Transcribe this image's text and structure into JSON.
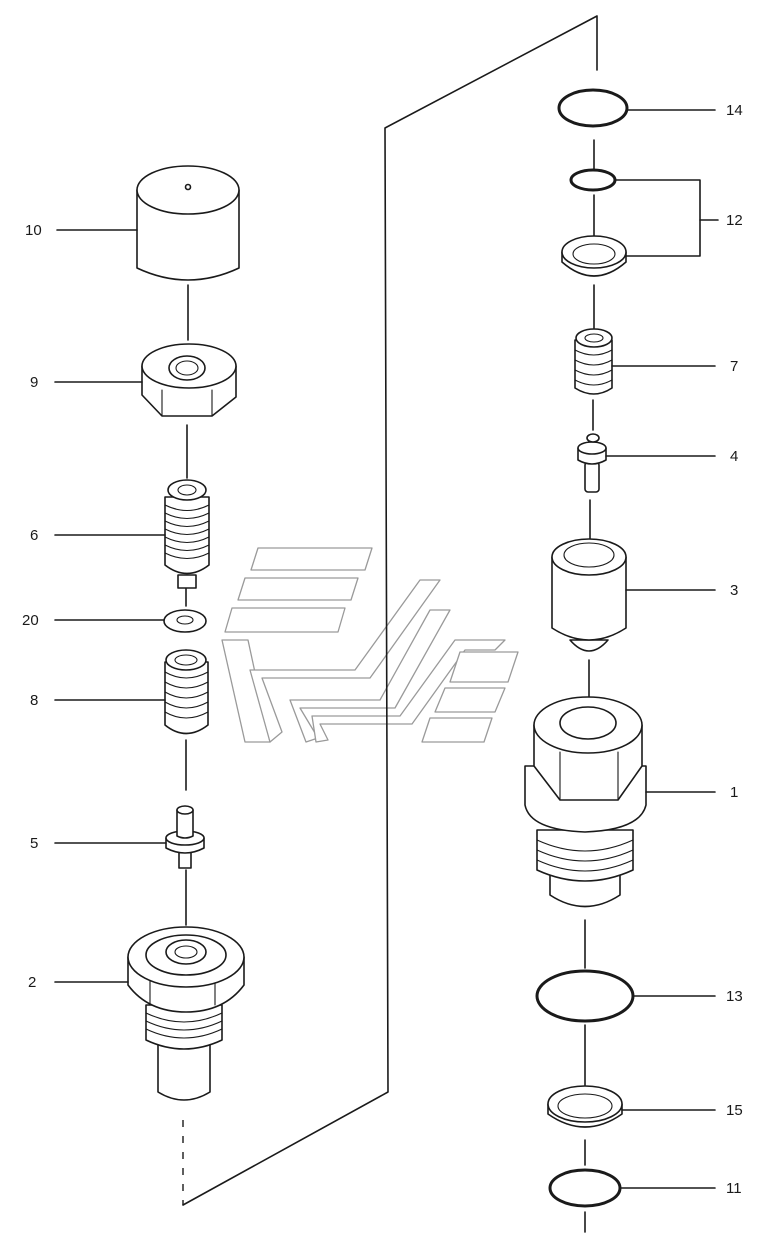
{
  "diagram": {
    "labels": {
      "l1": "1",
      "l2": "2",
      "l3": "3",
      "l4": "4",
      "l5": "5",
      "l6": "6",
      "l7": "7",
      "l8": "8",
      "l9": "9",
      "l10": "10",
      "l11": "11",
      "l12": "12",
      "l13": "13",
      "l14": "14",
      "l15": "15",
      "l20": "20"
    },
    "line_color": "#1a1a1a",
    "watermark_color": "#9a9a9a",
    "watermark_icon": "logo-watermark"
  }
}
